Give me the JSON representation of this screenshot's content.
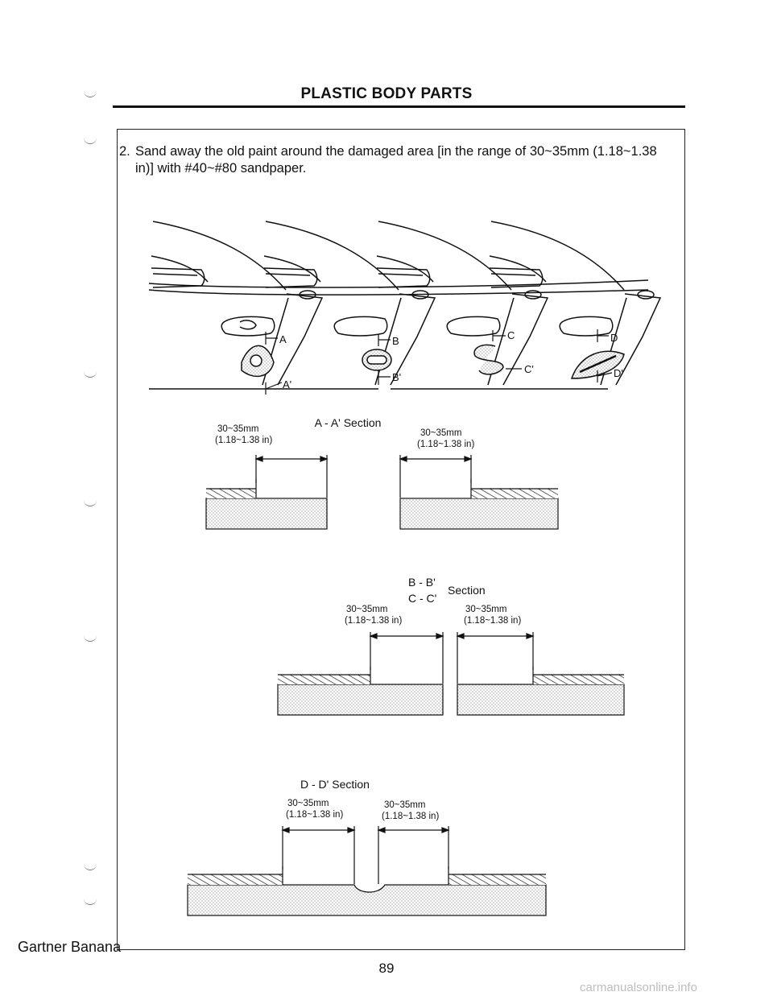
{
  "header": {
    "title": "PLASTIC BODY PARTS"
  },
  "instruction": {
    "number": "2.",
    "line1": "Sand away the old paint around the damaged area [in the range of 30~35mm (1.18~1.38",
    "line2": "in)] with #40~#80 sandpaper."
  },
  "figure": {
    "markers": {
      "a": "A",
      "a2": "A'",
      "b": "B",
      "b2": "B'",
      "c": "C",
      "c2": "C'",
      "d": "D",
      "d2": "D'"
    },
    "sections": {
      "aa": {
        "title": "A - A' Section",
        "dim_left_mm": "30~35mm",
        "dim_left_in": "(1.18~1.38 in)",
        "dim_right_mm": "30~35mm",
        "dim_right_in": "(1.18~1.38 in)"
      },
      "bbcc": {
        "title_line1": "B - B'",
        "title_line2": "C - C'",
        "title_suffix": "Section",
        "dim_left_mm": "30~35mm",
        "dim_left_in": "(1.18~1.38 in)",
        "dim_right_mm": "30~35mm",
        "dim_right_in": "(1.18~1.38 in)"
      },
      "dd": {
        "title": "D - D' Section",
        "dim_left_mm": "30~35mm",
        "dim_left_in": "(1.18~1.38 in)",
        "dim_right_mm": "30~35mm",
        "dim_right_in": "(1.18~1.38 in)"
      }
    }
  },
  "footer": {
    "left": "Gartner Banana",
    "page_number": "89",
    "watermark": "carmanualsonline.info"
  }
}
